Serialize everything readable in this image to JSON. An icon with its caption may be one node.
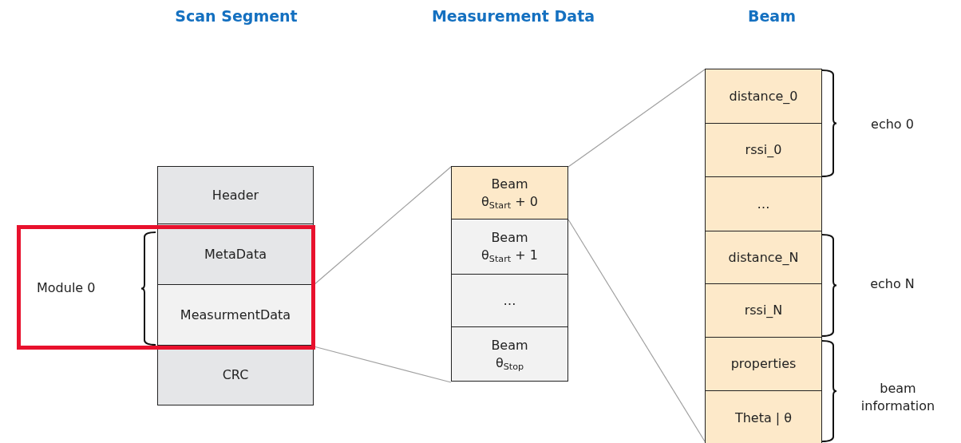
{
  "diagram": {
    "nodes": [
      {
        "text": [
          "Header"
        ]
      },
      {
        "text": [
          "MetaData"
        ],
        "in": 4
      },
      {
        "text": [
          "MeasurmentData"
        ],
        "in": 4
      },
      {
        "text": [
          "CRC"
        ]
      },
      {
        "text": [
          "Module 0"
        ]
      },
      {
        "text": [
          "Beam",
          "θ$_{Start}$ + 0"
        ]
      },
      {
        "text": [
          "Beam",
          "θ$_{Start}$ + 1"
        ]
      },
      {
        "text": [
          "…"
        ]
      },
      {
        "text": [
          "Beam",
          "θ$_{Stop}$"
        ]
      },
      {
        "text": [
          "distance_0"
        ]
      },
      {
        "text": [
          "rssi_0"
        ]
      },
      {
        "text": [
          "…"
        ]
      },
      {
        "text": [
          "distance_N"
        ]
      },
      {
        "text": [
          "rssi_N"
        ]
      },
      {
        "text": [
          "properties"
        ]
      },
      {
        "text": [
          "Theta | θ"
        ]
      }
    ],
    "edges": [
      {
        "from": 2,
        "to": 5,
        "arrow": "none"
      },
      {
        "from": 2,
        "to": 8,
        "arrow": "none"
      },
      {
        "from": 5,
        "to": 9,
        "arrow": "none"
      },
      {
        "from": 6,
        "to": 15,
        "arrow": "none"
      }
    ],
    "labels": [
      "Scan Segment",
      "Measurement Data",
      "Beam",
      "echo 0",
      "echo N",
      "beam information"
    ]
  }
}
